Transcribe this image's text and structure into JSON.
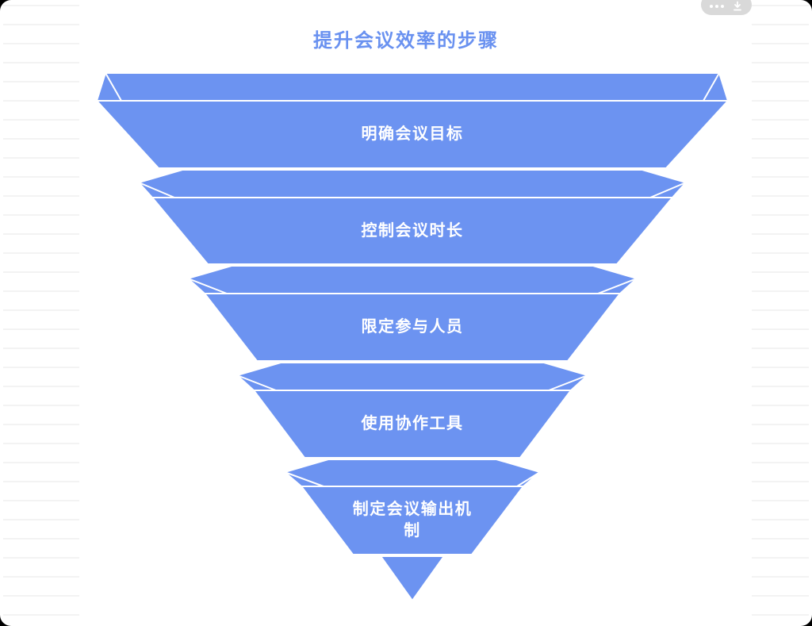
{
  "page": {
    "title": "提升会议效率的步骤"
  },
  "toolbar": {
    "icons": [
      "more-icon",
      "download-icon"
    ]
  },
  "funnel": {
    "type": "funnel-diagram",
    "steps": [
      {
        "label": "明确会议目标"
      },
      {
        "label": "控制会议时长"
      },
      {
        "label": "限定参与人员"
      },
      {
        "label": "使用协作工具"
      },
      {
        "label": "制定会议输出机制"
      }
    ]
  },
  "colors": {
    "funnel_fill": "#6C93F1",
    "title": "#6991F0",
    "pill": "#D9D9D9",
    "page_bg": "#FFFFFF",
    "ruled_line": "#F3F3F3",
    "backdrop": "#000000"
  }
}
